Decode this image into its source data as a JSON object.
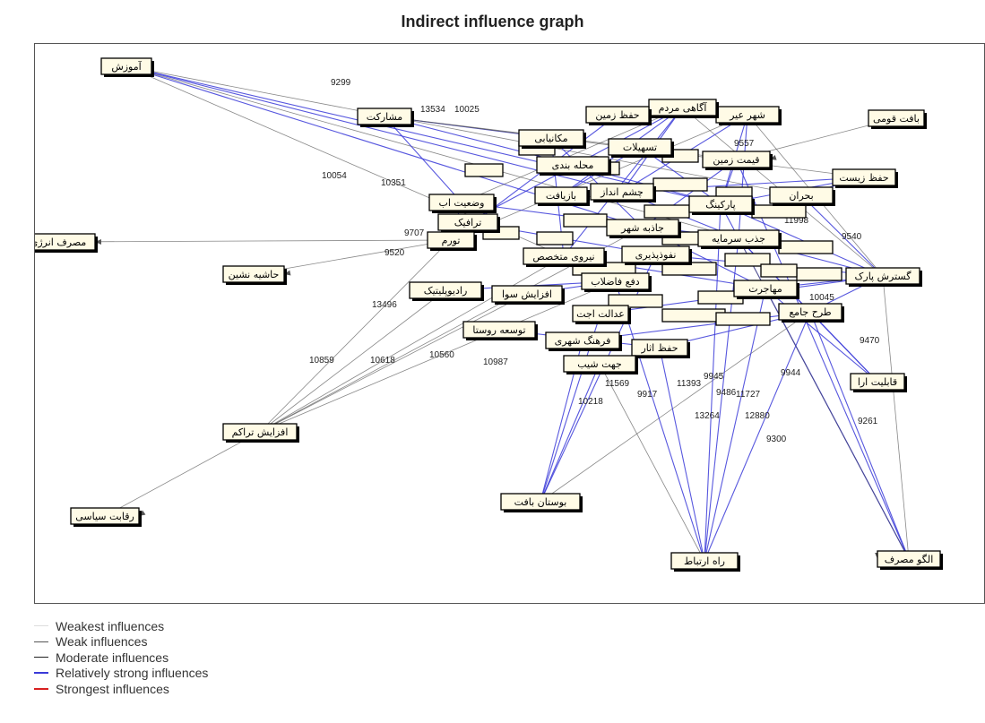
{
  "title": "Indirect influence graph",
  "colors": {
    "weak": "#555555",
    "moderate": "#333333",
    "strong": "#3a3ad8",
    "strongest": "#e03030",
    "weakest": "#cccccc"
  },
  "legend": [
    {
      "label": "Weakest influences",
      "color": "#dddddd",
      "width": 1
    },
    {
      "label": "Weak influences",
      "color": "#555555",
      "width": 1
    },
    {
      "label": "Moderate influences",
      "color": "#222222",
      "width": 1.4
    },
    {
      "label": "Relatively strong influences",
      "color": "#3a3ad8",
      "width": 2.5
    },
    {
      "label": "Strongest influences",
      "color": "#d82020",
      "width": 2.5
    }
  ],
  "nodes": [
    {
      "id": "n1",
      "label": "آموزش"
    },
    {
      "id": "n2",
      "label": "مشارکت"
    },
    {
      "id": "n3",
      "label": "مصرف انرژی"
    },
    {
      "id": "n4",
      "label": "حاشیه نشین"
    },
    {
      "id": "n5",
      "label": "افزایش تراکم"
    },
    {
      "id": "n6",
      "label": "رقابت سیاسی"
    },
    {
      "id": "n7",
      "label": "بوستان بافت"
    },
    {
      "id": "n8",
      "label": "راه ارتباط"
    },
    {
      "id": "n9",
      "label": "الگو مصرف"
    },
    {
      "id": "n10",
      "label": "قابلیت ارا"
    },
    {
      "id": "n11",
      "label": "گسترش پارک"
    },
    {
      "id": "n12",
      "label": "بافت قومی"
    },
    {
      "id": "n13",
      "label": "حفظ زیست"
    },
    {
      "id": "n14",
      "label": "شهر عیر"
    },
    {
      "id": "n15",
      "label": "آگاهی مردم"
    },
    {
      "id": "n16",
      "label": "حفظ زمین"
    },
    {
      "id": "n17",
      "label": "مکانیابی"
    },
    {
      "id": "n18",
      "label": "تسهیلات"
    },
    {
      "id": "n19",
      "label": "قیمت زمین"
    },
    {
      "id": "n20",
      "label": "بحران"
    },
    {
      "id": "n21",
      "label": "محله بندی"
    },
    {
      "id": "n22",
      "label": "چشم انداز"
    },
    {
      "id": "n23",
      "label": "بازیافت"
    },
    {
      "id": "n24",
      "label": "پارکینگ"
    },
    {
      "id": "n25",
      "label": "وضعیت اب"
    },
    {
      "id": "n26",
      "label": "ترافیک"
    },
    {
      "id": "n27",
      "label": "جاذبه شهر"
    },
    {
      "id": "n28",
      "label": "جذب سرمایه"
    },
    {
      "id": "n29",
      "label": "تورم"
    },
    {
      "id": "n30",
      "label": "نیروی متخصص"
    },
    {
      "id": "n31",
      "label": "نفوذپذیری"
    },
    {
      "id": "n32",
      "label": "مهاجرت"
    },
    {
      "id": "n33",
      "label": "رادیوپلیتیک"
    },
    {
      "id": "n34",
      "label": "افزایش سوا"
    },
    {
      "id": "n35",
      "label": "دفع فاضلاب"
    },
    {
      "id": "n36",
      "label": "طرح جامع"
    },
    {
      "id": "n37",
      "label": "عدالت اجت"
    },
    {
      "id": "n38",
      "label": "توسعه روستا"
    },
    {
      "id": "n39",
      "label": "فرهنگ شهری"
    },
    {
      "id": "n40",
      "label": "حفظ اثار"
    },
    {
      "id": "n41",
      "label": "جهت شیب"
    }
  ],
  "weights": [
    "9299",
    "13534",
    "10025",
    "9557",
    "10054",
    "10351",
    "9707",
    "9520",
    "9540",
    "13496",
    "10859",
    "10618",
    "10560",
    "10987",
    "11569",
    "11393",
    "9917",
    "10218",
    "9945",
    "11727",
    "12880",
    "13264",
    "9300",
    "9261",
    "9470",
    "9944",
    "9486",
    "10045",
    "11998"
  ]
}
